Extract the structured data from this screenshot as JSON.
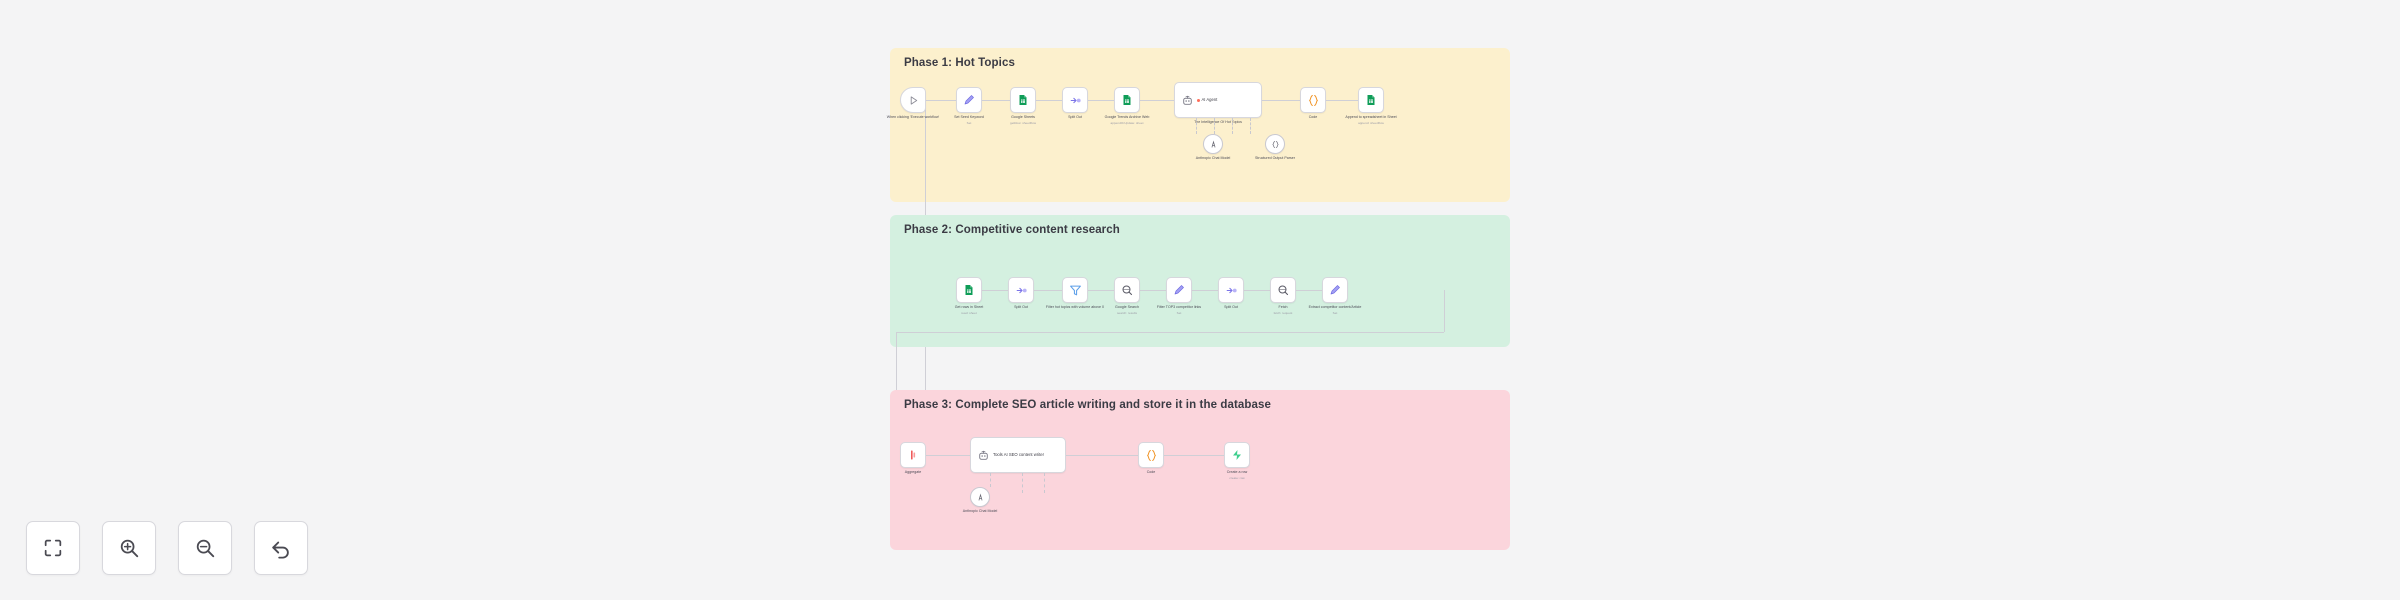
{
  "app": {
    "background_color": "#f4f4f5",
    "canvas_type": "n8n-workflow-canvas"
  },
  "toolbar": {
    "buttons": [
      {
        "name": "zoom-to-fit",
        "icon": "fit-to-view-icon",
        "label": "Zoom to fit"
      },
      {
        "name": "zoom-in",
        "icon": "zoom-in-icon",
        "label": "Zoom in"
      },
      {
        "name": "zoom-out",
        "icon": "zoom-out-icon",
        "label": "Zoom out"
      },
      {
        "name": "reset-zoom",
        "icon": "undo-arrow-icon",
        "label": "Reset zoom"
      }
    ]
  },
  "phases": [
    {
      "id": "phase-1",
      "title": "Phase 1: Hot Topics",
      "color": "#fcf0cd",
      "nodes": [
        {
          "name": "when-clicking-execute-workflow",
          "label": "When clicking 'Execute workflow'",
          "sub": "",
          "icon": "play-trigger-icon",
          "shape": "trigger"
        },
        {
          "name": "set-seed-keyword",
          "label": "Set Seed Keyword",
          "sub": "Set",
          "icon": "edit-pencil-icon",
          "shape": "sq"
        },
        {
          "name": "google-sheets-read",
          "label": "Google Sheets",
          "sub": "getRow: sheetRow",
          "icon": "google-sheets-icon",
          "shape": "sq"
        },
        {
          "name": "split-out",
          "label": "Split Out",
          "sub": "",
          "icon": "split-out-icon",
          "shape": "sq"
        },
        {
          "name": "google-trends-archive",
          "label": "Google Trends Archive Web",
          "sub": "appendOrUpdate: sheet",
          "icon": "google-sheets-icon",
          "shape": "sq"
        },
        {
          "name": "ai-agent",
          "label": "The Intelligence Of Hot Topics",
          "sub": "",
          "icon": "ai-agent-icon",
          "shape": "wide",
          "title": "AI Agent"
        },
        {
          "name": "code-node",
          "label": "Code",
          "sub": "",
          "icon": "code-braces-icon",
          "shape": "sq"
        },
        {
          "name": "append-to-spreadsheet",
          "label": "Append to spreadsheet in Sheet",
          "sub": "append: sheetRow",
          "icon": "google-sheets-icon",
          "shape": "sq"
        }
      ],
      "sub_nodes": [
        {
          "name": "anthropic-chat-model",
          "label": "Anthropic Chat Model",
          "sub": "",
          "icon": "anthropic-icon",
          "port": "Model"
        },
        {
          "name": "structured-output-parser",
          "label": "Structured Output Parser",
          "sub": "",
          "icon": "parser-braces-icon",
          "port": "Output Parser"
        }
      ]
    },
    {
      "id": "phase-2",
      "title": "Phase 2: Competitive content research",
      "color": "#d4f0e0",
      "nodes": [
        {
          "name": "get-rows-in-sheet",
          "label": "Get rows in Sheet",
          "sub": "read: sheet",
          "icon": "google-sheets-icon",
          "shape": "sq"
        },
        {
          "name": "split-out-2",
          "label": "Split Out",
          "sub": "",
          "icon": "split-out-icon",
          "shape": "sq"
        },
        {
          "name": "filter-hot-topics",
          "label": "Filter hot topics with volume above 0",
          "sub": "",
          "icon": "filter-funnel-icon",
          "shape": "sq"
        },
        {
          "name": "google-search",
          "label": "Google Search",
          "sub": "search: results",
          "icon": "search-globe-icon",
          "shape": "sq"
        },
        {
          "name": "filter-top-competitor-urls",
          "label": "Filter TOP3 competitor links",
          "sub": "Set",
          "icon": "edit-pencil-icon",
          "shape": "sq"
        },
        {
          "name": "split-out-3",
          "label": "Split Out",
          "sub": "",
          "icon": "split-out-icon",
          "shape": "sq"
        },
        {
          "name": "fetch-page",
          "label": "Fetch",
          "sub": "fetch: request",
          "icon": "search-globe-icon",
          "shape": "sq"
        },
        {
          "name": "extract-competitor-content",
          "label": "Extract competitor content/Article",
          "sub": "Set",
          "icon": "edit-pencil-icon",
          "shape": "sq"
        }
      ],
      "sub_nodes": []
    },
    {
      "id": "phase-3",
      "title": "Phase 3: Complete SEO article writing and store it in the database",
      "color": "#fbd5dc",
      "nodes": [
        {
          "name": "aggregate-node",
          "label": "Aggregate",
          "sub": "",
          "icon": "aggregate-icon",
          "shape": "sq"
        },
        {
          "name": "seo-agent",
          "label": "",
          "sub": "",
          "icon": "ai-agent-icon",
          "shape": "wide",
          "title": "Tools AI SEO content writer"
        },
        {
          "name": "code-node-3",
          "label": "Code",
          "sub": "",
          "icon": "code-braces-icon",
          "shape": "sq"
        },
        {
          "name": "supabase-create",
          "label": "Create a row",
          "sub": "create: row",
          "icon": "supabase-icon",
          "shape": "sq"
        }
      ],
      "sub_nodes": [
        {
          "name": "anthropic-chat-model-2",
          "label": "Anthropic Chat Model",
          "sub": "",
          "icon": "anthropic-icon",
          "port": "Chat Model"
        }
      ]
    }
  ]
}
